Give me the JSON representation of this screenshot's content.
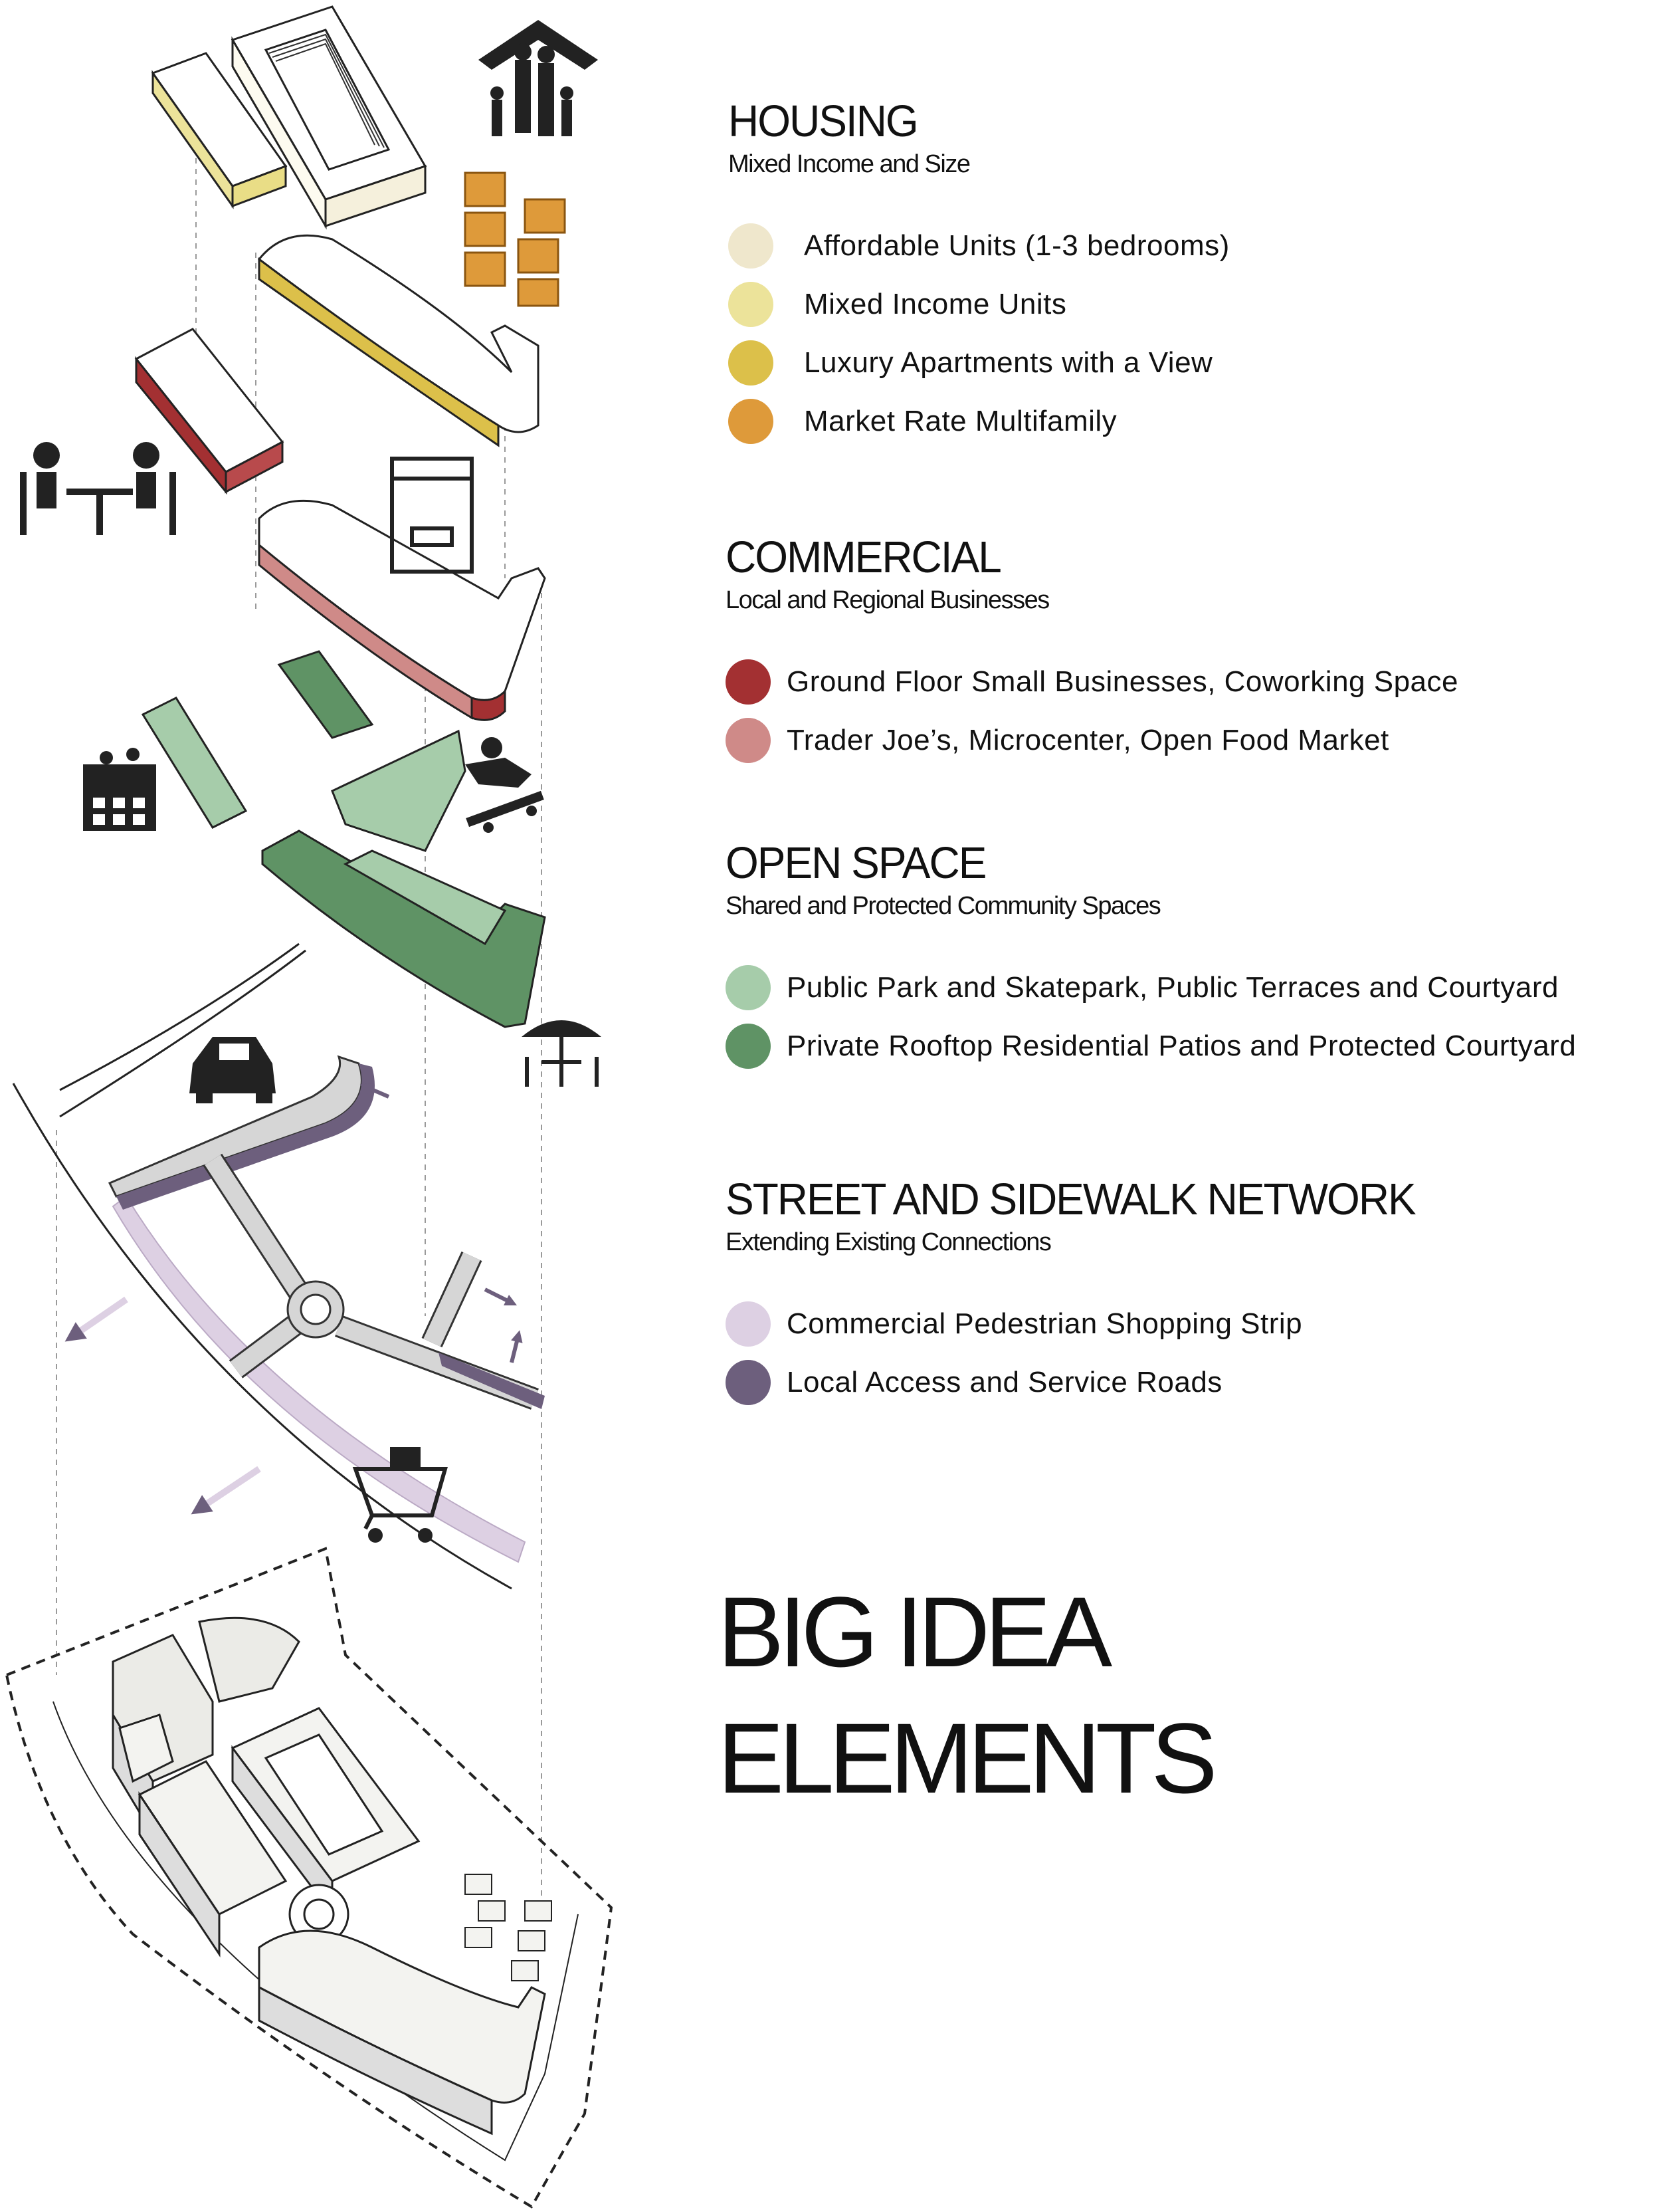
{
  "colors": {
    "affordable": "#efe7cc",
    "mixed_income": "#ece39a",
    "luxury": "#dcc04a",
    "market_rate": "#de9a3a",
    "ground_floor": "#a33032",
    "big_box": "#cf8a88",
    "public_park": "#a6ccaa",
    "private_rooftop": "#5f9365",
    "pedestrian": "#ddd0e3",
    "service_roads": "#6d5f7d",
    "road": "#d6d6d6",
    "building": "#ebebe7"
  },
  "housing": {
    "title": "HOUSING",
    "subtitle": "Mixed Income and Size",
    "items": [
      {
        "label": "Affordable Units (1-3 bedrooms)",
        "color": "#efe7cc"
      },
      {
        "label": "Mixed Income Units",
        "color": "#ece39a"
      },
      {
        "label": "Luxury Apartments with a View",
        "color": "#dcc04a"
      },
      {
        "label": "Market Rate Multifamily",
        "color": "#de9a3a"
      }
    ]
  },
  "commercial": {
    "title": "COMMERCIAL",
    "subtitle": "Local and Regional Businesses",
    "items": [
      {
        "label": "Ground Floor Small Businesses, Coworking Space",
        "color": "#a33032"
      },
      {
        "label": "Trader Joe’s, Microcenter, Open Food Market",
        "color": "#cf8a88"
      }
    ]
  },
  "open_space": {
    "title": "OPEN SPACE",
    "subtitle": "Shared and Protected Community Spaces",
    "items": [
      {
        "label": "Public Park and Skatepark, Public Terraces and Courtyard",
        "color": "#a6ccaa"
      },
      {
        "label": "Private Rooftop Residential Patios and Protected Courtyard",
        "color": "#5f9365"
      }
    ]
  },
  "street": {
    "title": "STREET AND SIDEWALK NETWORK",
    "subtitle": "Extending Existing Connections",
    "items": [
      {
        "label": "Commercial Pedestrian Shopping Strip",
        "color": "#ddd0e3"
      },
      {
        "label": "Local Access and Service Roads",
        "color": "#6d5f7d"
      }
    ]
  },
  "headline": {
    "line1": "BIG IDEA",
    "line2": "ELEMENTS"
  },
  "icons": [
    "family-house-icon",
    "boxes-icon",
    "coworking-icon",
    "market-stall-icon",
    "community-building-icon",
    "skateboarder-icon",
    "patio-umbrella-icon",
    "car-icon",
    "shopping-cart-icon"
  ]
}
